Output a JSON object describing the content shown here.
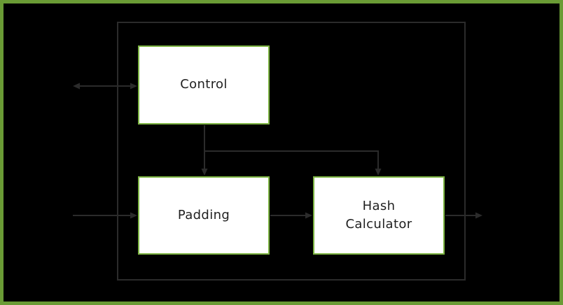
{
  "colors": {
    "background": "#000000",
    "frame_green": "#6a9b35",
    "box_border_green": "#7cb342",
    "box_fill": "#ffffff",
    "line_gray": "#2b2b2b",
    "text": "#1f1f1f"
  },
  "diagram": {
    "nodes": [
      {
        "id": "control",
        "label": "Control"
      },
      {
        "id": "padding",
        "label": "Padding"
      },
      {
        "id": "hash_calculator",
        "label": "Hash Calculator"
      }
    ],
    "edges": [
      {
        "from": "external-left",
        "to": "control",
        "type": "bidirectional"
      },
      {
        "from": "external-left",
        "to": "padding",
        "type": "arrow"
      },
      {
        "from": "control",
        "to": "padding",
        "type": "arrow"
      },
      {
        "from": "control",
        "to": "hash_calculator",
        "type": "arrow"
      },
      {
        "from": "padding",
        "to": "hash_calculator",
        "type": "arrow"
      },
      {
        "from": "hash_calculator",
        "to": "external-right",
        "type": "arrow"
      }
    ]
  }
}
